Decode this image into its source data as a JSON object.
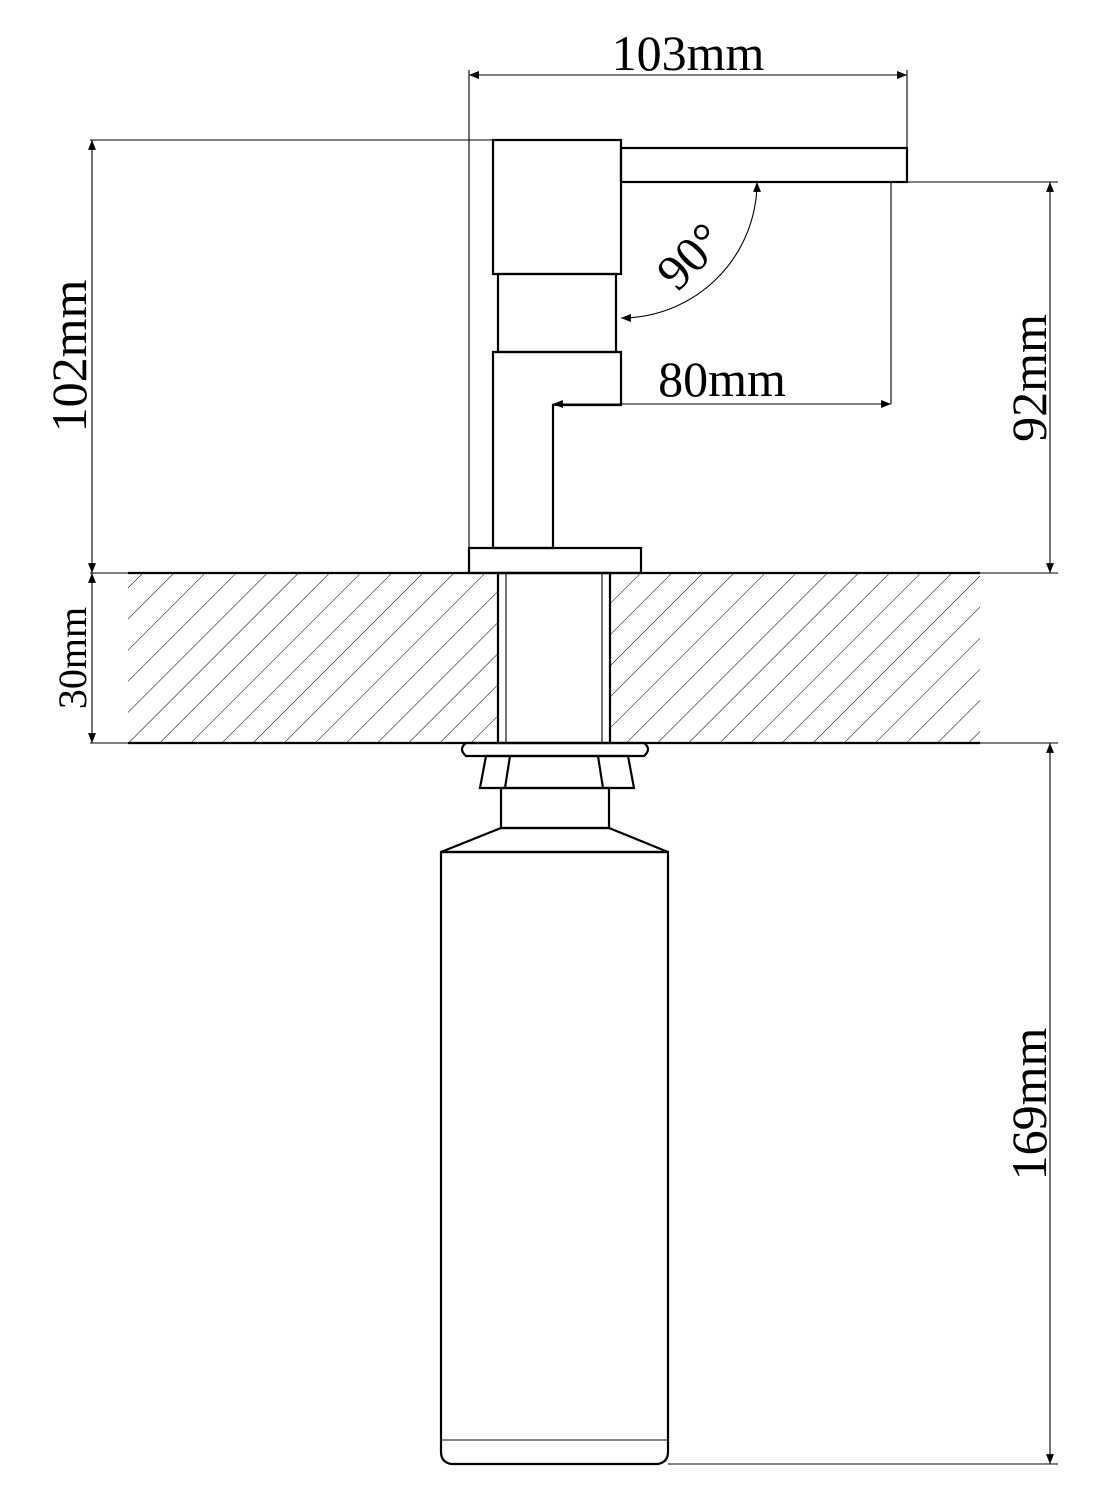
{
  "diagram": {
    "type": "technical-drawing",
    "subject": "countertop soap dispenser side elevation",
    "line_color": "#000000",
    "background": "#ffffff",
    "dimensions": {
      "spout_reach": "103mm",
      "spout_offset": "80mm",
      "height_above_counter": "102mm",
      "spout_height": "92mm",
      "counter_thickness": "30mm",
      "bottle_length": "169mm",
      "spout_angle": "90°"
    }
  }
}
